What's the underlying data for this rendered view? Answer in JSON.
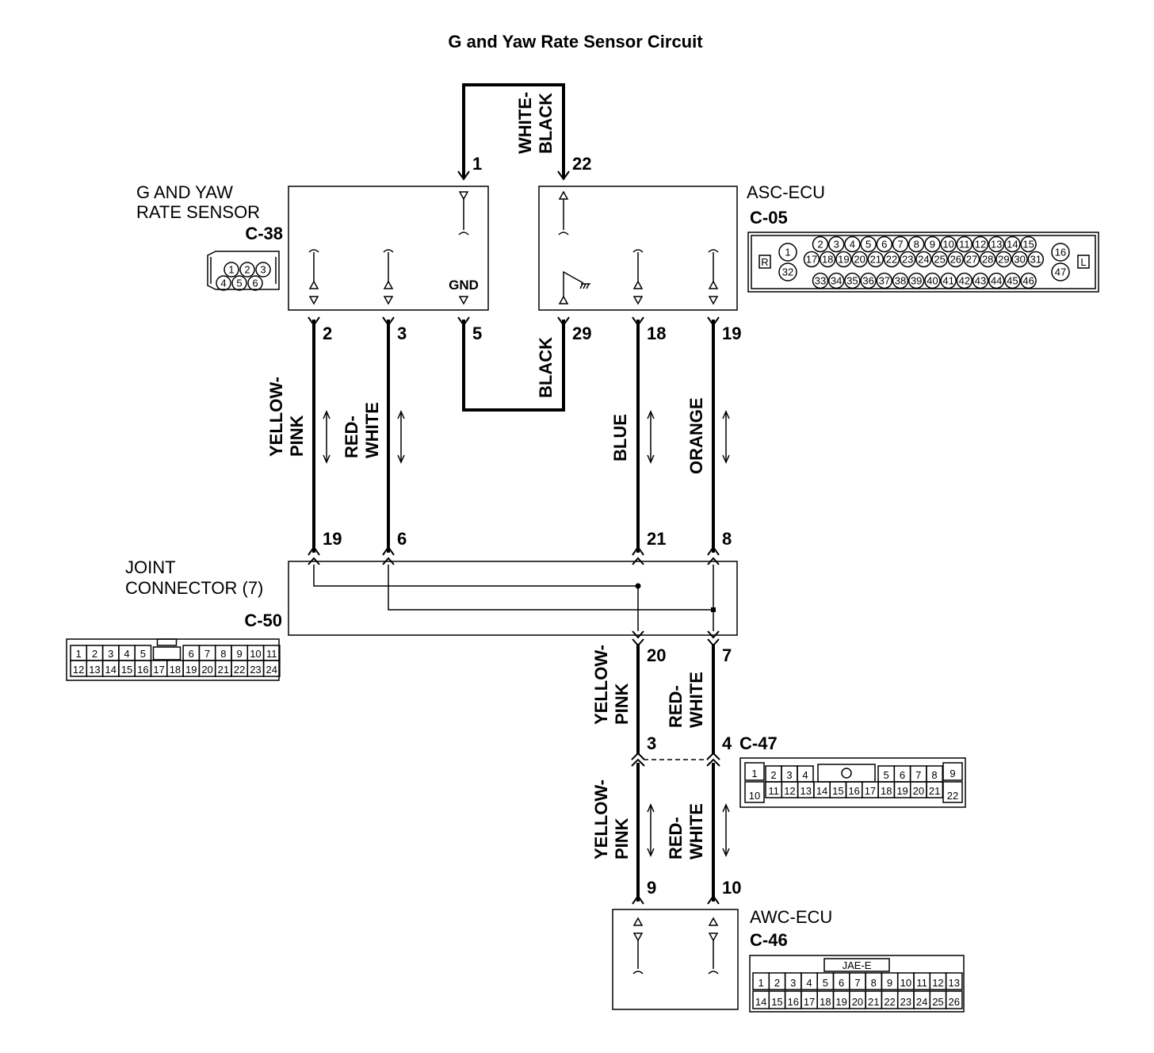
{
  "title": "G and Yaw Rate Sensor Circuit",
  "components": {
    "sensor": {
      "name_line1": "G AND YAW",
      "name_line2": "RATE SENSOR",
      "connector": "C-38",
      "gnd_label": "GND",
      "pins": [
        "1",
        "2",
        "3",
        "4",
        "5",
        "6"
      ]
    },
    "asc_ecu": {
      "name": "ASC-ECU",
      "connector": "C-05"
    },
    "joint": {
      "name_line1": "JOINT",
      "name_line2": "CONNECTOR (7)",
      "connector": "C-50"
    },
    "intermediate": {
      "connector": "C-47"
    },
    "awc_ecu": {
      "name": "AWC-ECU",
      "connector": "C-46",
      "connector_type": "JAE-E"
    }
  },
  "pins": {
    "sensor_1": "1",
    "asc_22": "22",
    "sensor_2": "2",
    "sensor_3": "3",
    "sensor_5": "5",
    "asc_29": "29",
    "asc_18": "18",
    "asc_19": "19",
    "joint_19": "19",
    "joint_6": "6",
    "joint_21": "21",
    "joint_8": "8",
    "joint_20": "20",
    "joint_7": "7",
    "c47_3": "3",
    "c47_4": "4",
    "awc_9": "9",
    "awc_10": "10"
  },
  "wires": {
    "white_black_1": "WHITE-",
    "white_black_2": "BLACK",
    "black": "BLACK",
    "yp1_1": "YELLOW-",
    "yp1_2": "PINK",
    "rw1_1": "RED-",
    "rw1_2": "WHITE",
    "blue": "BLUE",
    "orange": "ORANGE",
    "yp2_1": "YELLOW-",
    "yp2_2": "PINK",
    "rw2_1": "RED-",
    "rw2_2": "WHITE",
    "yp3_1": "YELLOW-",
    "yp3_2": "PINK",
    "rw3_1": "RED-",
    "rw3_2": "WHITE"
  },
  "c05_face": {
    "side_left": "R",
    "side_right": "L",
    "left_pins": [
      "1",
      "32"
    ],
    "row1": [
      "2",
      "3",
      "4",
      "5",
      "6",
      "7",
      "8",
      "9",
      "10",
      "11",
      "12",
      "13",
      "14",
      "15"
    ],
    "row2": [
      "17",
      "18",
      "19",
      "20",
      "21",
      "22",
      "23",
      "24",
      "25",
      "26",
      "27",
      "28",
      "29",
      "30",
      "31"
    ],
    "row3": [
      "33",
      "34",
      "35",
      "36",
      "37",
      "38",
      "39",
      "40",
      "41",
      "42",
      "43",
      "44",
      "45",
      "46"
    ],
    "right_pins": [
      "16",
      "47"
    ]
  },
  "c50_face": {
    "row1": [
      "1",
      "2",
      "3",
      "4",
      "5",
      "",
      "6",
      "7",
      "8",
      "9",
      "10",
      "11"
    ],
    "row2": [
      "12",
      "13",
      "14",
      "15",
      "16",
      "17",
      "18",
      "19",
      "20",
      "21",
      "22",
      "23",
      "24"
    ]
  },
  "c47_face": {
    "row1": [
      "1",
      "2",
      "3",
      "4",
      "5",
      "6",
      "7",
      "8",
      "9"
    ],
    "row2": [
      "10",
      "11",
      "12",
      "13",
      "14",
      "15",
      "16",
      "17",
      "18",
      "19",
      "20",
      "21",
      "22"
    ]
  },
  "c46_face": {
    "row1": [
      "1",
      "2",
      "3",
      "4",
      "5",
      "6",
      "7",
      "8",
      "9",
      "10",
      "11",
      "12",
      "13"
    ],
    "row2": [
      "14",
      "15",
      "16",
      "17",
      "18",
      "19",
      "20",
      "21",
      "22",
      "23",
      "24",
      "25",
      "26"
    ]
  }
}
